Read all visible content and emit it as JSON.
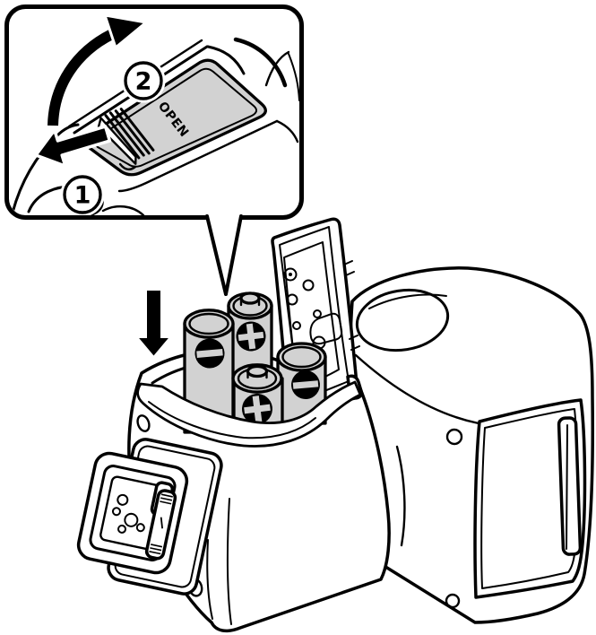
{
  "figure": {
    "inset": {
      "step_1_label": "1",
      "step_2_label": "2",
      "cover_label": "OPEN"
    },
    "batteries": {
      "count": 4,
      "polarities": [
        "negative",
        "positive",
        "positive",
        "negative"
      ],
      "body_color": "#d2d2d2"
    },
    "colors": {
      "line": "#000000",
      "background": "#ffffff",
      "gray_fill": "#d2d2d2"
    }
  }
}
